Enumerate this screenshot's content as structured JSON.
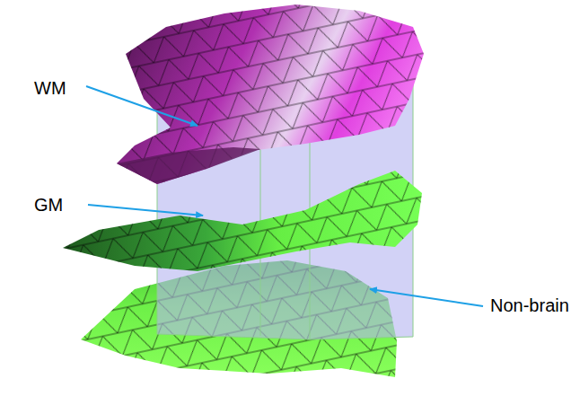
{
  "diagram": {
    "labels": [
      "WM",
      "GM",
      "Non-brain"
    ]
  }
}
